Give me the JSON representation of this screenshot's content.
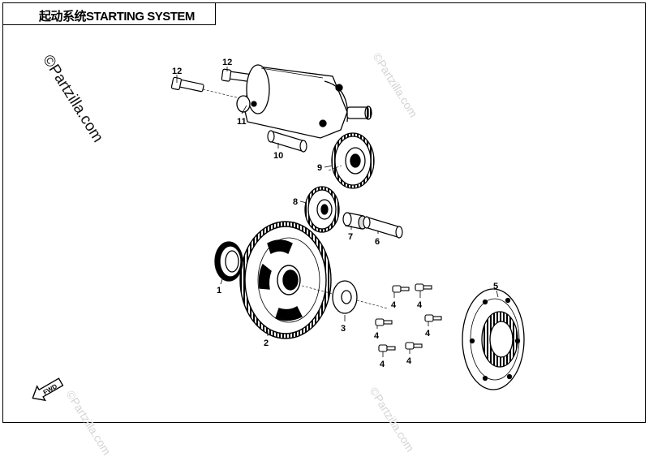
{
  "title": "起动系统STARTING SYSTEM",
  "watermarks": [
    "©Partzilla.com",
    "©Partzilla.com",
    "©Partzilla.com",
    "©Partzilla.com"
  ],
  "callouts": [
    "12",
    "12",
    "11",
    "10",
    "9",
    "8",
    "7",
    "6",
    "1",
    "2",
    "3",
    "4",
    "4",
    "4",
    "4",
    "4",
    "4",
    "5"
  ],
  "fwd_label": "FWD"
}
